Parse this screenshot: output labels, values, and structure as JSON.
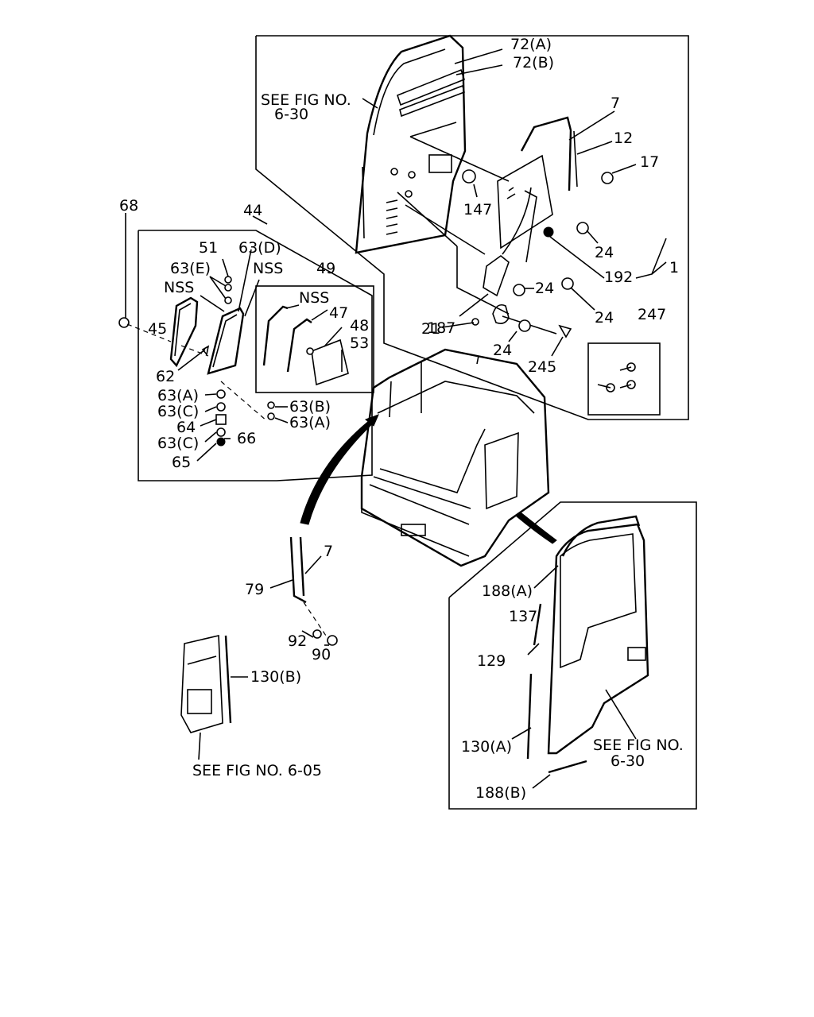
{
  "diagram": {
    "refs": {
      "fig_630_top_1": "SEE FIG NO.",
      "fig_630_top_2": "6-30",
      "fig_630_bot_1": "SEE FIG NO.",
      "fig_630_bot_2": "6-30",
      "fig_605": "SEE FIG NO. 6-05"
    },
    "callouts": {
      "c72a": "72(A)",
      "c72b": "72(B)",
      "c7a": "7",
      "c12": "12",
      "c17": "17",
      "c147": "147",
      "c24a": "24",
      "c192": "192",
      "c1": "1",
      "c24b": "24",
      "c187": "187",
      "c24c": "24",
      "c21": "21",
      "c24d": "24",
      "c245": "245",
      "c247": "247",
      "c68": "68",
      "c44": "44",
      "c51": "51",
      "c63d": "63(D)",
      "c63e": "63(E)",
      "nss1": "NSS",
      "nss2": "NSS",
      "nss3": "NSS",
      "c49": "49",
      "c45": "45",
      "c47": "47",
      "c48": "48",
      "c53": "53",
      "c62": "62",
      "c63a1": "63(A)",
      "c63c1": "63(C)",
      "c64": "64",
      "c63c2": "63(C)",
      "c66": "66",
      "c65": "65",
      "c63b": "63(B)",
      "c63a2": "63(A)",
      "c7b": "7",
      "c79": "79",
      "c92": "92",
      "c90": "90",
      "c130b": "130(B)",
      "c188a": "188(A)",
      "c137": "137",
      "c129": "129",
      "c130a": "130(A)",
      "c188b": "188(B)"
    }
  }
}
